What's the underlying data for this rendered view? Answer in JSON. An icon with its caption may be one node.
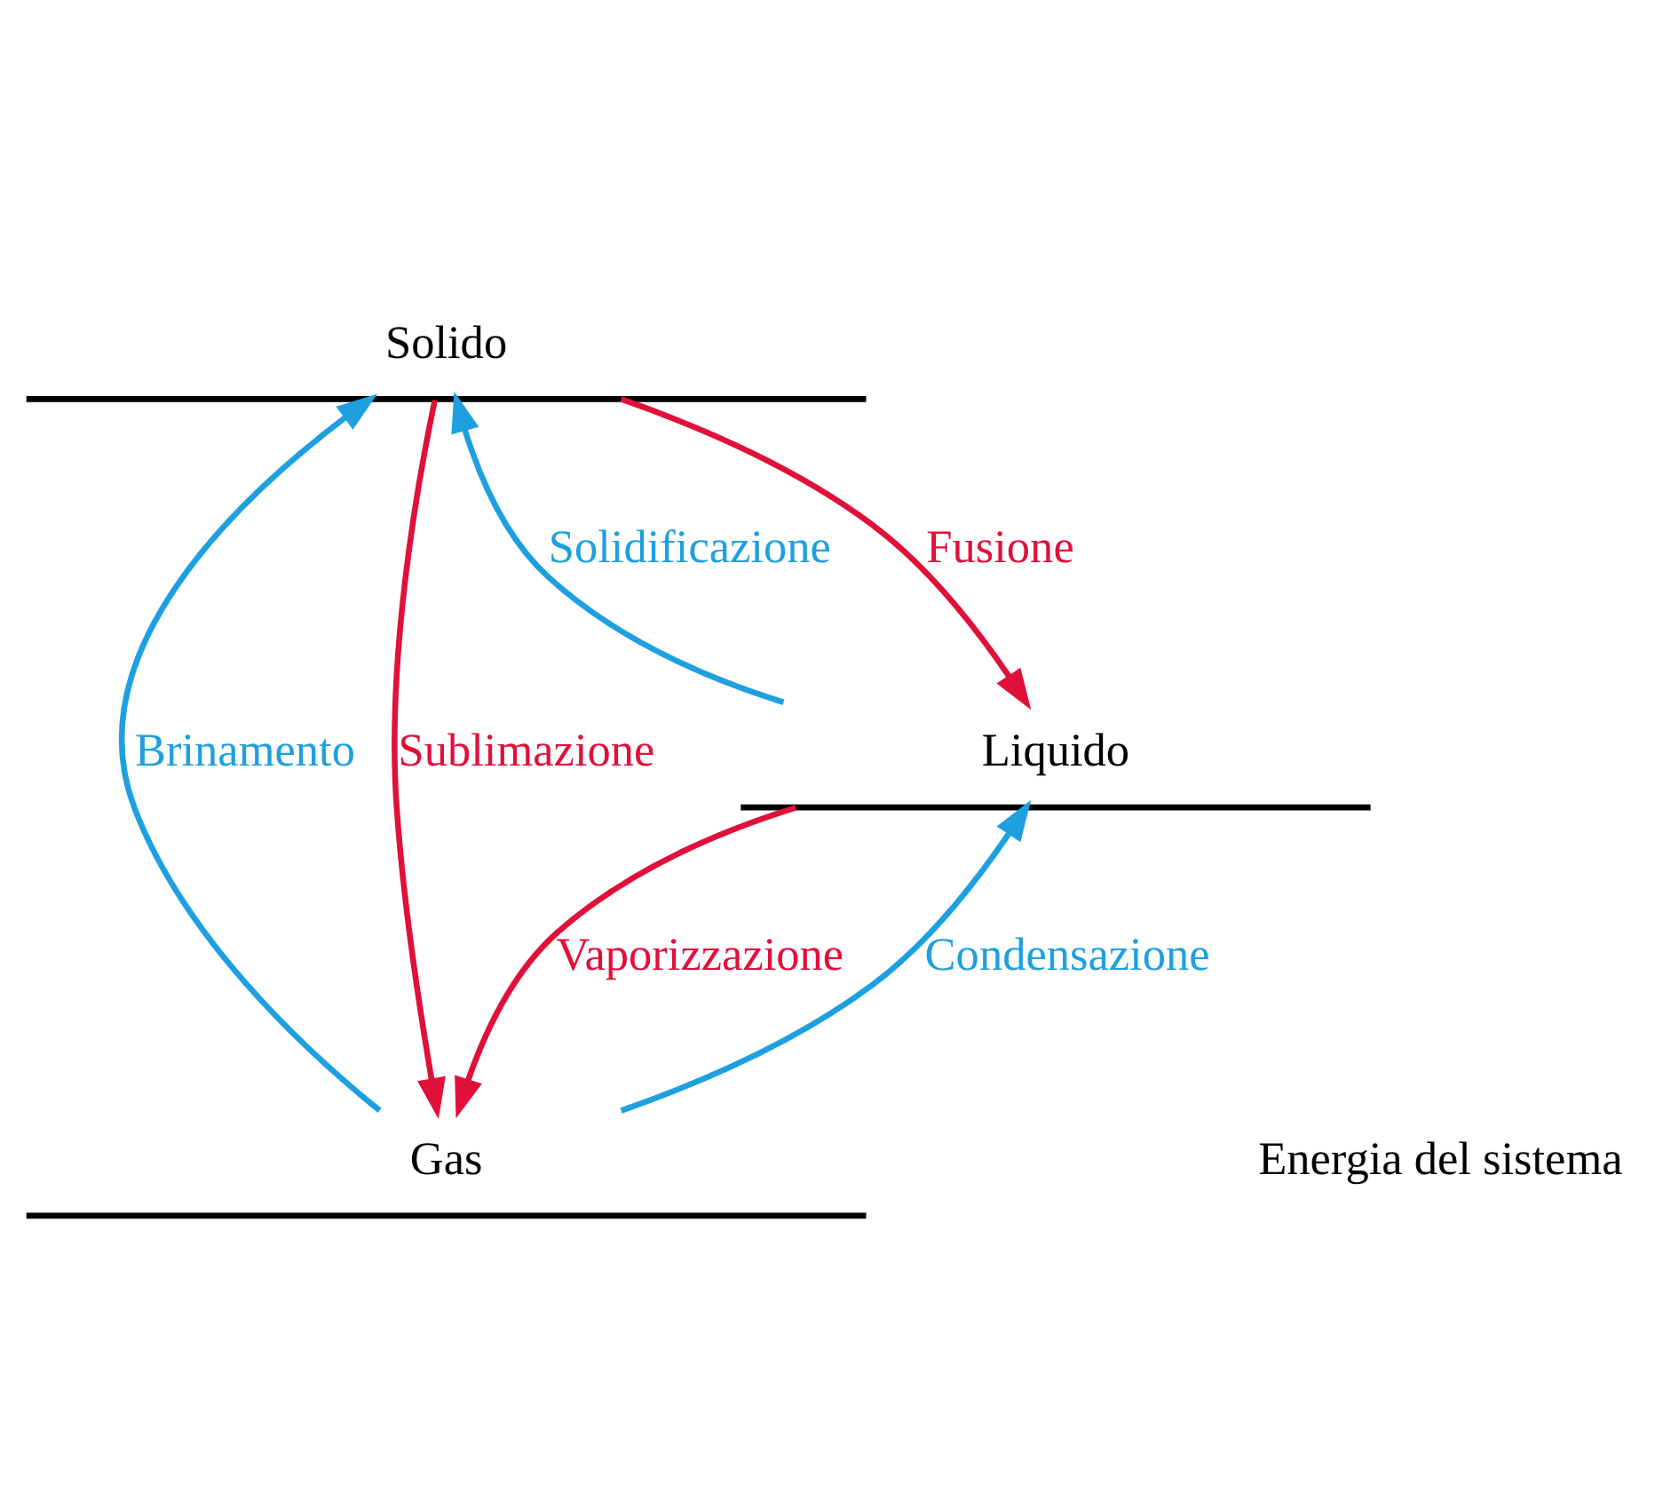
{
  "diagram": {
    "nodes": [
      {
        "text": [
          "Gas"
        ]
      },
      {
        "text": [
          "Liquido"
        ]
      },
      {
        "text": [
          "Solido"
        ]
      }
    ],
    "edges": [
      {
        "from": 1,
        "to": 0,
        "arrow": "to",
        "label": "Vaporizzazione",
        "color": "#e0103a"
      },
      {
        "from": 0,
        "to": 1,
        "arrow": "to",
        "label": "Condensazione",
        "color": "#1ea0e0"
      },
      {
        "from": 2,
        "to": 0,
        "arrow": "to",
        "label": "Sublimazione",
        "color": "#e0103a"
      },
      {
        "from": 0,
        "to": 2,
        "arrow": "to",
        "label": "Brinamento",
        "color": "#1ea0e0"
      },
      {
        "from": 2,
        "to": 1,
        "arrow": "to",
        "label": "Fusione",
        "color": "#e0103a"
      },
      {
        "from": 1,
        "to": 2,
        "arrow": "to",
        "label": "Solidificazione",
        "color": "#1ea0e0"
      }
    ],
    "labels": [
      "Energia del sistema"
    ]
  }
}
